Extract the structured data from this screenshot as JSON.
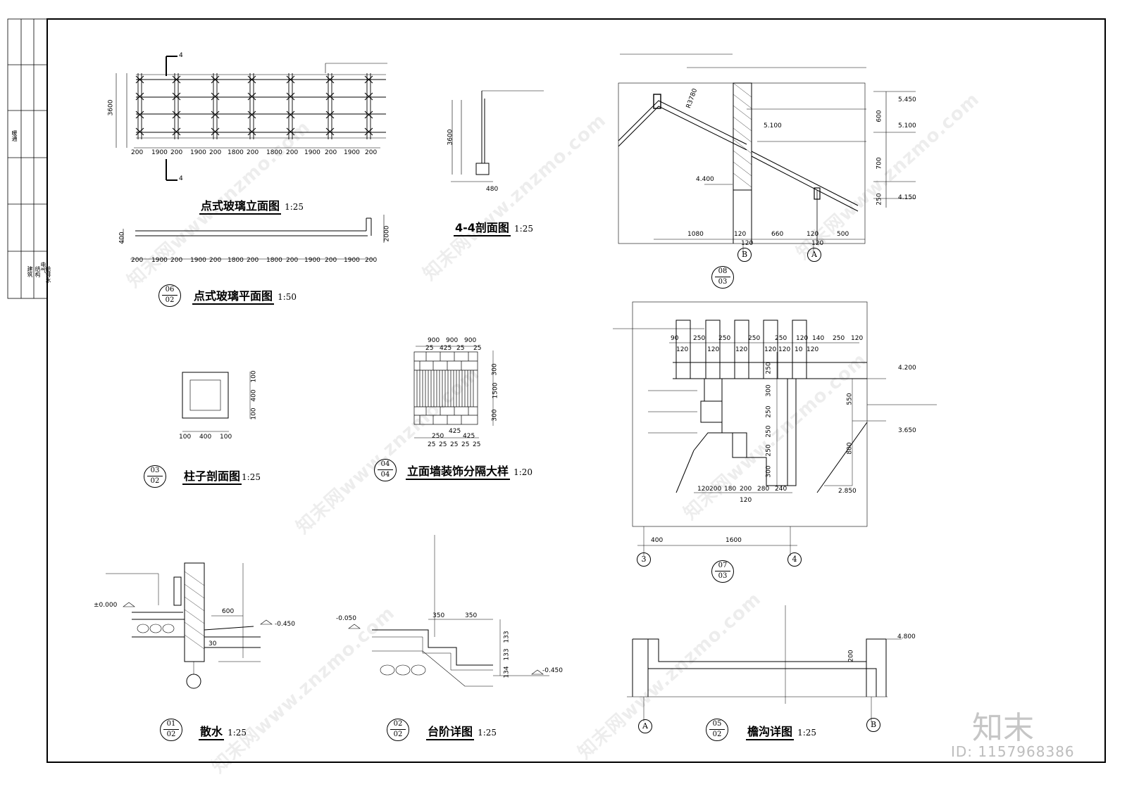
{
  "title_block": {
    "top_label": "暖通",
    "disciplines": [
      "建筑",
      "结构",
      "电气",
      "给排水"
    ]
  },
  "views": {
    "glass_elevation": {
      "title": "点式玻璃立面图",
      "scale": "1:25",
      "height_dim": "3600",
      "bay_dims": [
        "200",
        "1900",
        "200",
        "1900",
        "200",
        "1800",
        "200",
        "1800",
        "200",
        "1900",
        "200",
        "1900",
        "200"
      ],
      "section_mark": "4"
    },
    "glass_plan": {
      "title": "点式玻璃平面图",
      "scale": "1:50",
      "ref_top": "06",
      "ref_bottom": "02",
      "dims": [
        "200",
        "1900",
        "200",
        "1900",
        "200",
        "1800",
        "200",
        "1800",
        "200",
        "1900",
        "200",
        "1900",
        "200"
      ],
      "left_dim": "400",
      "right_dim": "2000"
    },
    "section_4_4": {
      "title": "4-4剖面图",
      "scale": "1:25",
      "height_dim": "3600",
      "base_dim": "480"
    },
    "eave_section": {
      "ref_top": "08",
      "ref_bottom": "03",
      "levels": [
        "5.450",
        "5.100",
        "4.400",
        "4.150"
      ],
      "inner_level": "5.100",
      "vert_dims": [
        "600",
        "700",
        "250"
      ],
      "dims": [
        "1080",
        "120",
        "660",
        "120",
        "500"
      ],
      "sub_dims": [
        "120",
        "120"
      ],
      "radius": "R3780",
      "axis_b": "B",
      "axis_a": "A"
    },
    "stair_section": {
      "ref_top": "07",
      "ref_bottom": "03",
      "top_dims": [
        "90",
        "250",
        "250",
        "250",
        "250",
        "120",
        "140",
        "250",
        "120"
      ],
      "sub_dims": [
        "120",
        "120",
        "120",
        "120",
        "120",
        "10",
        "120"
      ],
      "levels": [
        "4.200",
        "3.650",
        "2.850"
      ],
      "vert_dims": [
        "250",
        "300",
        "250",
        "250",
        "250",
        "300"
      ],
      "right_dims": [
        "550",
        "800"
      ],
      "bottom_dims": [
        "120",
        "200",
        "180",
        "200",
        "280",
        "240"
      ],
      "bottom_sub": "120",
      "overall": [
        "400",
        "1600"
      ],
      "axis_left": "3",
      "axis_right": "4"
    },
    "column_section": {
      "title": "柱子剖面图",
      "scale": "1:25",
      "ref_top": "03",
      "ref_bottom": "02",
      "dims_h": [
        "100",
        "400",
        "100"
      ],
      "dims_v": [
        "100",
        "400",
        "100"
      ]
    },
    "wall_decor": {
      "title": "立面墙装饰分隔大样",
      "scale": "1:20",
      "ref_top": "04",
      "ref_bottom": "04",
      "top_dims": [
        "900",
        "900",
        "900"
      ],
      "top_sub": [
        "25",
        "425",
        "25",
        "25"
      ],
      "vert_dims": [
        "300",
        "1500",
        "300"
      ],
      "bottom_dims": [
        "250",
        "425",
        "425"
      ],
      "bottom_sub": [
        "25",
        "25",
        "25",
        "25",
        "25"
      ]
    },
    "apron": {
      "title": "散水",
      "scale": "1:25",
      "ref_top": "01",
      "ref_bottom": "02",
      "level_left": "±0.000",
      "level_right": "-0.450",
      "width_dim": "600",
      "thick_dim": "30"
    },
    "steps": {
      "title": "台阶详图",
      "scale": "1:25",
      "ref_top": "02",
      "ref_bottom": "02",
      "level_left": "-0.050",
      "level_right": "-0.450",
      "tread_dims": [
        "350",
        "350"
      ],
      "rise_dims": [
        "133",
        "133",
        "134"
      ]
    },
    "gutter": {
      "title": "檐沟详图",
      "scale": "1:25",
      "ref_top": "05",
      "ref_bottom": "02",
      "level": "4.800",
      "depth_dim": "200",
      "axis_a": "A",
      "axis_b": "B"
    }
  },
  "watermark": {
    "text": "知末网www.znzmo.com",
    "logo": "知末",
    "id_label": "ID: 1157968386"
  }
}
